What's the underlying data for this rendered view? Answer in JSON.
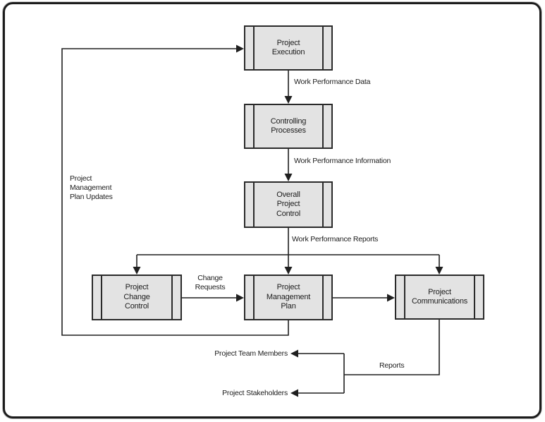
{
  "diagram": {
    "boxes": {
      "project_execution": "Project\nExecution",
      "controlling_processes": "Controlling\nProcesses",
      "overall_project_control": "Overall\nProject\nControl",
      "project_change_control": "Project\nChange\nControl",
      "project_management_plan": "Project\nManagement\nPlan",
      "project_communications": "Project\nCommunications"
    },
    "edge_labels": {
      "work_performance_data": "Work Performance Data",
      "work_performance_information": "Work Performance Information",
      "work_performance_reports": "Work Performance Reports",
      "change_requests": "Change\nRequests",
      "project_management_plan_updates": "Project\nManagement\nPlan Updates",
      "reports": "Reports"
    },
    "external_entities": {
      "project_team_members": "Project Team Members",
      "project_stakeholders": "Project Stakeholders"
    },
    "colors": {
      "box_fill": "#e3e3e3",
      "line": "#1f1f1f",
      "frame_border": "#1c1c1c",
      "background": "#ffffff"
    }
  }
}
